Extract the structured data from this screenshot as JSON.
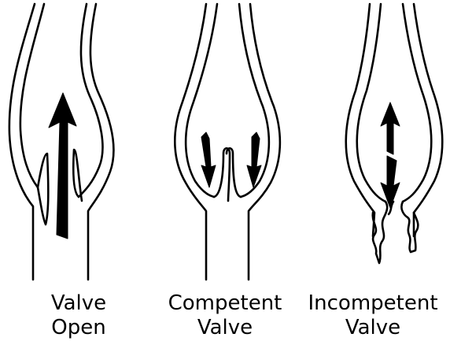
{
  "panels": [
    {
      "id": "open",
      "label_line1": "Valve",
      "label_line2": "Open"
    },
    {
      "id": "competent",
      "label_line1": "Competent",
      "label_line2": "Valve"
    },
    {
      "id": "incompetent",
      "label_line1": "Incompetent",
      "label_line2": "Valve"
    }
  ],
  "colors": {
    "stroke": "#000000",
    "background": "#ffffff"
  }
}
